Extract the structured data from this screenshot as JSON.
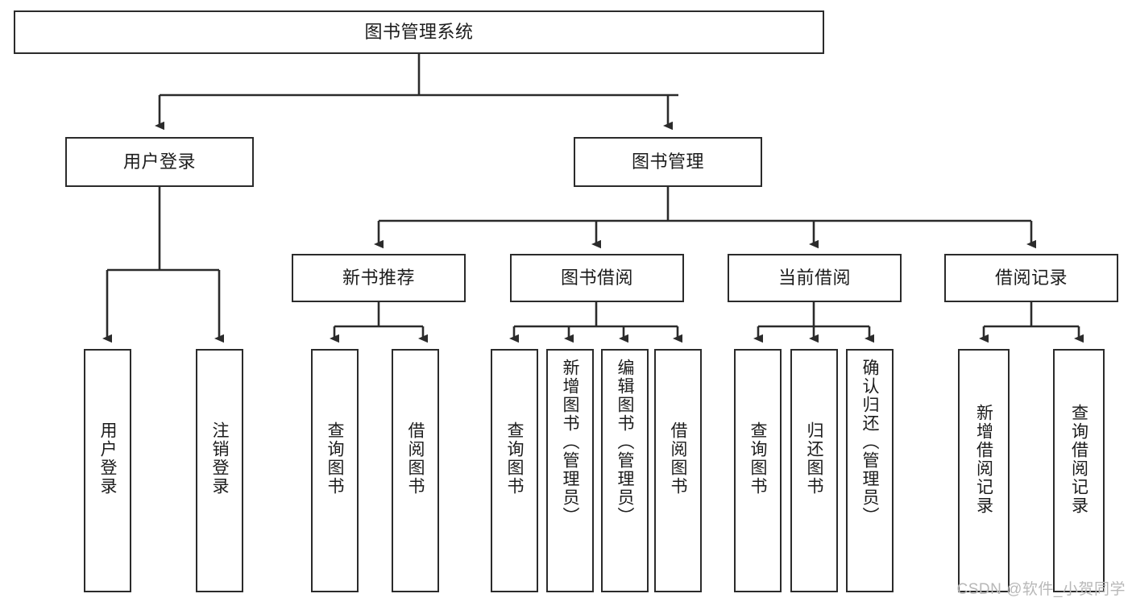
{
  "diagram": {
    "title": "图书管理系统",
    "watermark": "CSDN @软件_小贺同学",
    "colors": {
      "box_border": "#2b2b2b",
      "box_fill": "#ffffff",
      "connector": "#2b2b2b",
      "text": "#1c1c1c",
      "watermark": "#b8b8b8"
    },
    "levels": {
      "root": "图书管理系统",
      "level2": [
        "用户登录",
        "图书管理"
      ],
      "level3": [
        "新书推荐",
        "图书借阅",
        "当前借阅",
        "借阅记录"
      ]
    },
    "nodes": {
      "root": {
        "label": "图书管理系统"
      },
      "user_login": {
        "label": "用户登录"
      },
      "book_manage": {
        "label": "图书管理"
      },
      "new_book_rec": {
        "label": "新书推荐"
      },
      "book_borrow": {
        "label": "图书借阅"
      },
      "current_borrow": {
        "label": "当前借阅"
      },
      "borrow_record": {
        "label": "借阅记录"
      },
      "leaf_user_login": {
        "label": "用户登录"
      },
      "leaf_logout": {
        "label": "注销登录"
      },
      "leaf_query_book_1": {
        "label": "查询图书"
      },
      "leaf_borrow_book_1": {
        "label": "借阅图书"
      },
      "leaf_query_book_2": {
        "label": "查询图书"
      },
      "leaf_add_book_admin": {
        "label": "新增图书（管理员）"
      },
      "leaf_edit_book_admin": {
        "label": "编辑图书（管理员）"
      },
      "leaf_borrow_book_2": {
        "label": "借阅图书"
      },
      "leaf_query_book_3": {
        "label": "查询图书"
      },
      "leaf_return_book": {
        "label": "归还图书"
      },
      "leaf_confirm_return_admin": {
        "label": "确认归还（管理员）"
      },
      "leaf_add_record": {
        "label": "新增借阅记录"
      },
      "leaf_query_record": {
        "label": "查询借阅记录"
      }
    },
    "tree": [
      {
        "label": "用户登录",
        "children": [
          {
            "label": "用户登录"
          },
          {
            "label": "注销登录"
          }
        ]
      },
      {
        "label": "图书管理",
        "children": [
          {
            "label": "新书推荐",
            "children": [
              {
                "label": "查询图书"
              },
              {
                "label": "借阅图书"
              }
            ]
          },
          {
            "label": "图书借阅",
            "children": [
              {
                "label": "查询图书"
              },
              {
                "label": "新增图书（管理员）"
              },
              {
                "label": "编辑图书（管理员）"
              },
              {
                "label": "借阅图书"
              }
            ]
          },
          {
            "label": "当前借阅",
            "children": [
              {
                "label": "查询图书"
              },
              {
                "label": "归还图书"
              },
              {
                "label": "确认归还（管理员）"
              }
            ]
          },
          {
            "label": "借阅记录",
            "children": [
              {
                "label": "新增借阅记录"
              },
              {
                "label": "查询借阅记录"
              }
            ]
          }
        ]
      }
    ]
  }
}
